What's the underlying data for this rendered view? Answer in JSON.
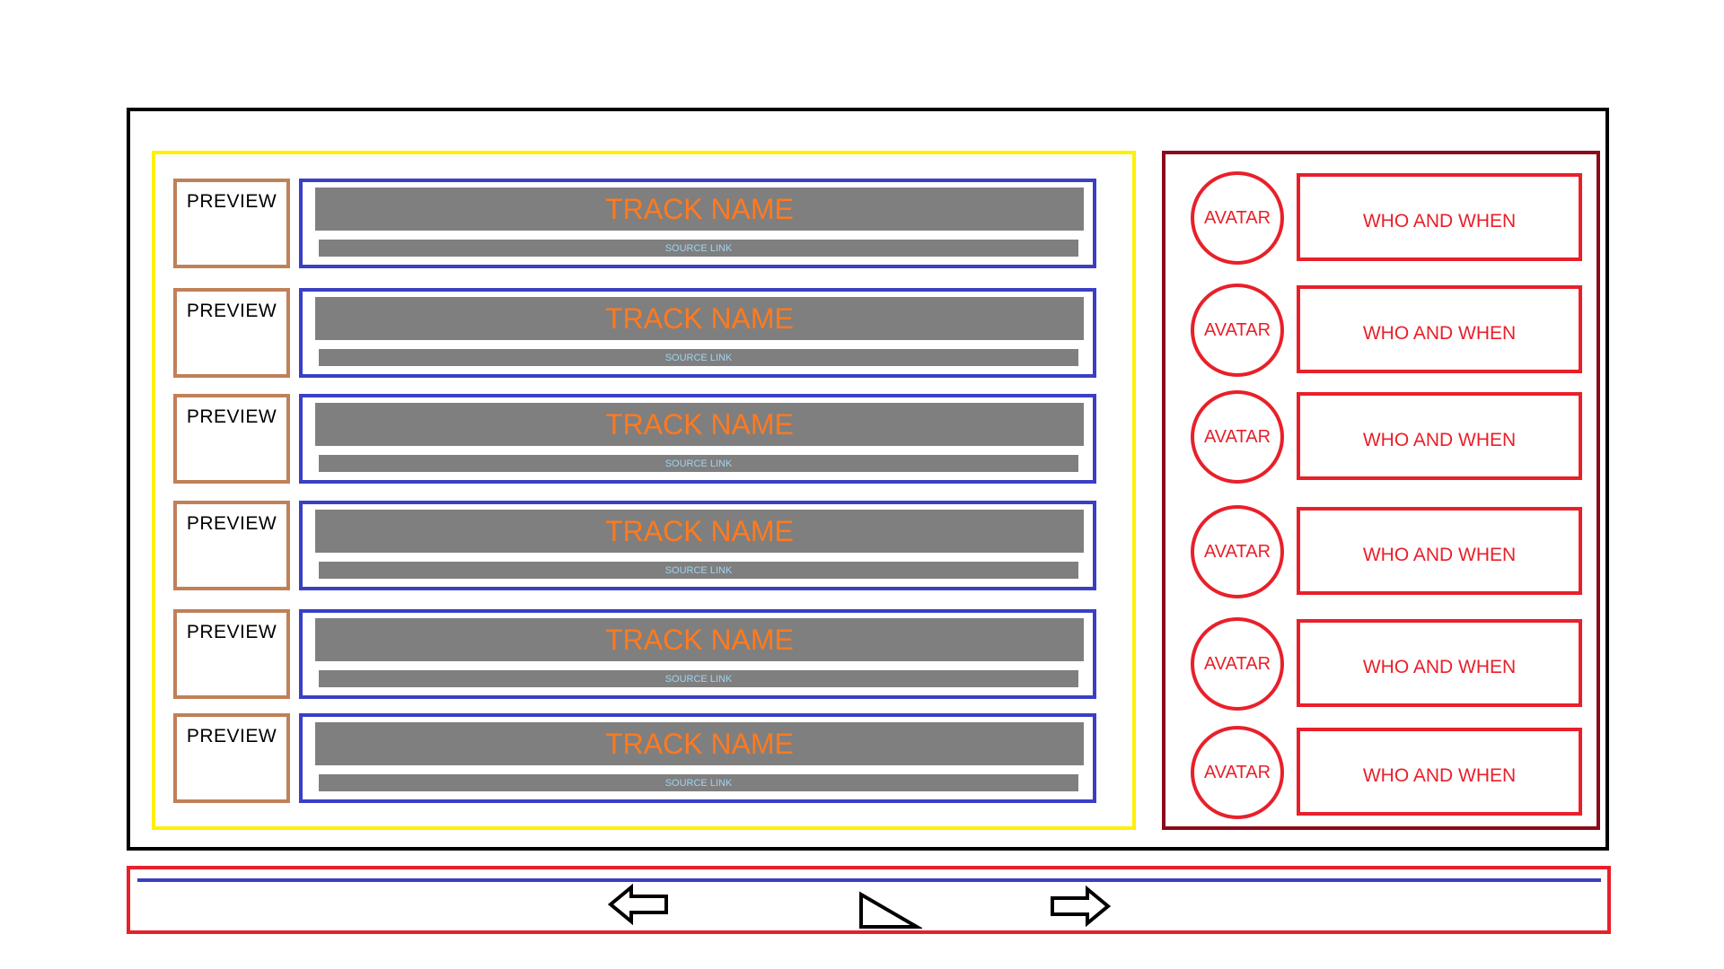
{
  "tracks": [
    {
      "preview_label": "PREVIEW",
      "track_name": "TRACK NAME",
      "source_link": "SOURCE LINK"
    },
    {
      "preview_label": "PREVIEW",
      "track_name": "TRACK NAME",
      "source_link": "SOURCE LINK"
    },
    {
      "preview_label": "PREVIEW",
      "track_name": "TRACK NAME",
      "source_link": "SOURCE LINK"
    },
    {
      "preview_label": "PREVIEW",
      "track_name": "TRACK NAME",
      "source_link": "SOURCE LINK"
    },
    {
      "preview_label": "PREVIEW",
      "track_name": "TRACK NAME",
      "source_link": "SOURCE LINK"
    },
    {
      "preview_label": "PREVIEW",
      "track_name": "TRACK NAME",
      "source_link": "SOURCE LINK"
    }
  ],
  "activity": [
    {
      "avatar_label": "AVATAR",
      "who_when": "WHO AND WHEN"
    },
    {
      "avatar_label": "AVATAR",
      "who_when": "WHO AND WHEN"
    },
    {
      "avatar_label": "AVATAR",
      "who_when": "WHO AND WHEN"
    },
    {
      "avatar_label": "AVATAR",
      "who_when": "WHO AND WHEN"
    },
    {
      "avatar_label": "AVATAR",
      "who_when": "WHO AND WHEN"
    },
    {
      "avatar_label": "AVATAR",
      "who_when": "WHO AND WHEN"
    }
  ],
  "player": {
    "controls": [
      "previous-arrow-icon",
      "play-triangle-icon",
      "next-arrow-icon"
    ]
  },
  "colors": {
    "main_frame": "#000000",
    "tracks_panel": "#ffef00",
    "activity_panel": "#8b0a1a",
    "preview_border": "#c08058",
    "track_border": "#3a3fc4",
    "track_name_text": "#ff7a1f",
    "source_link_text": "#9fd3ee",
    "avatar_red": "#e8202a",
    "bar_gray": "#7f7f7f"
  }
}
